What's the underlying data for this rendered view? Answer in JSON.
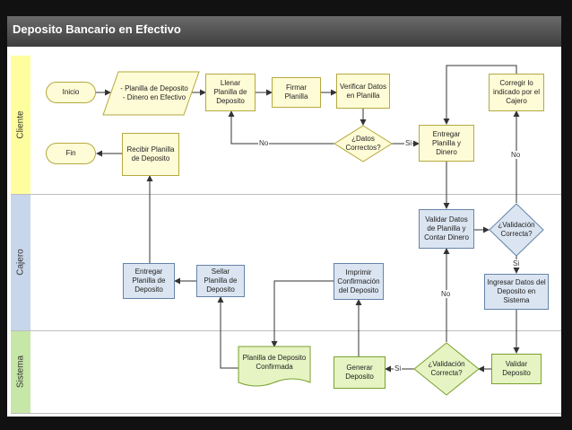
{
  "title": "Deposito Bancario en Efectivo",
  "lanes": [
    "Cliente",
    "Cajero",
    "Sistema"
  ],
  "colors": {
    "cliente": "#fffe9e",
    "cajero": "#c7d6ea",
    "sistema": "#c6e7a7"
  },
  "nodes": {
    "inicio": "Inicio",
    "planilla_dinero": "- Planilla de Deposito\n- Dinero en Efectivo",
    "llenar": "Llenar Planilla de Deposito",
    "firmar": "Firmar Planilla",
    "verificar": "Verificar Datos en Planilla",
    "datos_correctos": "¿Datos Correctos?",
    "entregar_planilla": "Entregar Planilla y Dinero",
    "corregir": "Corregir lo indicado por el Cajero",
    "fin": "Fin",
    "recibir": "Recibir Planilla de Deposito",
    "validar_datos": "Validar Datos de Planilla y Contar Dinero",
    "validacion_correcta_cajero": "¿Validación Correcta?",
    "ingresar": "Ingresar Datos del Deposito en Sistema",
    "imprimir": "Imprimir Confirmación del Deposito",
    "sellar": "Sellar Planilla de Deposito",
    "entregar_cajero": "Entregar Planilla de Deposito",
    "planilla_confirmada": "Planilla de Deposito Confirmada",
    "generar": "Generar Deposito",
    "validacion_correcta_sistema": "¿Validación Correcta?",
    "validar_deposito": "Validar Deposito"
  },
  "edge_labels": {
    "no": "No",
    "si": "Si"
  }
}
